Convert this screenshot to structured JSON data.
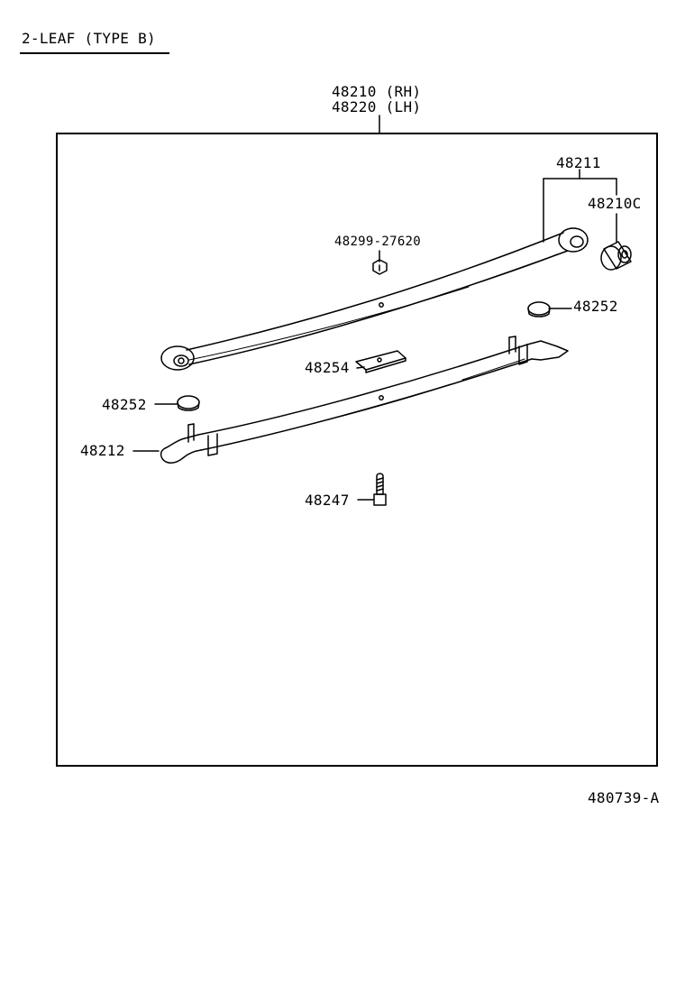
{
  "title": "2-LEAF (TYPE  B)",
  "assembly": {
    "rh": "48210 (RH)",
    "lh": "48220 (LH)"
  },
  "parts": {
    "main_leaf": "48211",
    "bushing": "48210C",
    "nut": "48299-27620",
    "cap_right": "48252",
    "plate": "48254",
    "cap_left": "48252",
    "second_leaf": "48212",
    "bolt": "48247"
  },
  "diagram_code": "480739-A"
}
